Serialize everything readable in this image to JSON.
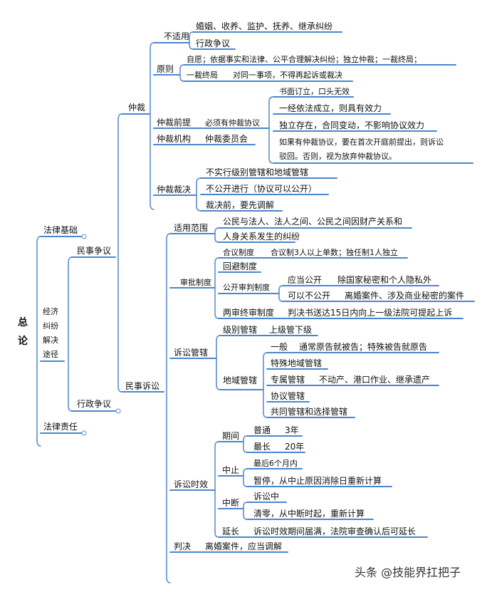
{
  "root": {
    "label1": "总",
    "label2": "论"
  },
  "left": {
    "legal_basis": "法律基础",
    "economic_dispute": [
      "经济",
      "纠纷",
      "解决",
      "途径"
    ],
    "legal_liability": "法律责任"
  },
  "level1": {
    "civil_dispute": "民事争议",
    "administrative_dispute": "行政争议"
  },
  "arbitration": {
    "title": "仲裁",
    "not_applicable": {
      "label": "不适用",
      "items": [
        "婚姻、收养、监护、抚养、继承纠纷",
        "行政争议"
      ]
    },
    "principles": {
      "label": "原则",
      "line1": "自愿；依据事实和法律、公平合理解决纠纷；独立仲裁；一裁终局；",
      "line2": "一裁终局      对同一事项，不得再起诉或裁决"
    },
    "premise": {
      "label": "仲裁前提",
      "value": "必须有仲裁协议",
      "items": [
        "书面订立，口头无效",
        "一经依法成立，则具有效力",
        "独立存在，合同变动，不影响协议效力",
        "如果有仲裁协议，要在首次开庭前提出，则诉讼",
        "驳回。否则，视为放弃仲裁协议。"
      ]
    },
    "institution": {
      "label": "仲裁机构",
      "value": "仲裁委员会"
    },
    "award": {
      "label": "仲裁裁决",
      "items": [
        "不实行级别管辖和地域管辖",
        "不公开进行（协议可以公开）",
        "裁决前，要先调解"
      ]
    }
  },
  "litigation": {
    "title": "民事诉讼",
    "scope": {
      "label": "适用范围",
      "line1": "公民与法人、法人之间、公民之间因财产关系和",
      "line2": "人身关系发生的纠纷"
    },
    "trial": {
      "label": "审批制度",
      "collegial": "合议制度",
      "collegial_detail": "合议制3人以上单数；独任制1人独立",
      "recusal": "回避制度",
      "public": "公开审判制度",
      "public_should": "应当公开",
      "public_should_detail": "除国家秘密和个人隐私外",
      "public_may_not": "可以不公开",
      "public_may_not_detail": "离婚案件、涉及商业秘密的案件",
      "two_instance": "两审终审制度",
      "two_instance_detail": "判决书送达15日内向上一级法院可提起上诉"
    },
    "jurisdiction": {
      "label": "诉讼管辖",
      "level": "级别管辖",
      "level_detail": "上级管下级",
      "territorial": "地域管辖",
      "general": "一般",
      "general_detail": "通常原告就被告；特殊被告就原告",
      "special": "特殊地域管辖",
      "exclusive": "专属管辖",
      "exclusive_detail": "不动产、港口作业、继承遗产",
      "agreement": "协议管辖",
      "joint": "共同管辖和选择管辖"
    },
    "limitation": {
      "label": "诉讼时效",
      "period": "期间",
      "ordinary": "普通",
      "ordinary_value": "3年",
      "longest": "最长",
      "longest_value": "20年",
      "suspension": "中止",
      "suspension_1": "最后6个月内",
      "suspension_2": "暂停，从中止原因消除日重新计算",
      "interruption": "中断",
      "interruption_1": "诉讼中",
      "interruption_2": "清零，从中断时起，重新计算",
      "extension": "延长",
      "extension_detail": "诉讼时效期间届满，法院审查确认后可延长"
    },
    "judgment": {
      "label": "判决",
      "value": "离婚案件，应当调解"
    }
  },
  "watermark": "头条 @技能界扛把子",
  "colors": {
    "connector": "#5b8fd0",
    "underline": "#4a86cf"
  }
}
